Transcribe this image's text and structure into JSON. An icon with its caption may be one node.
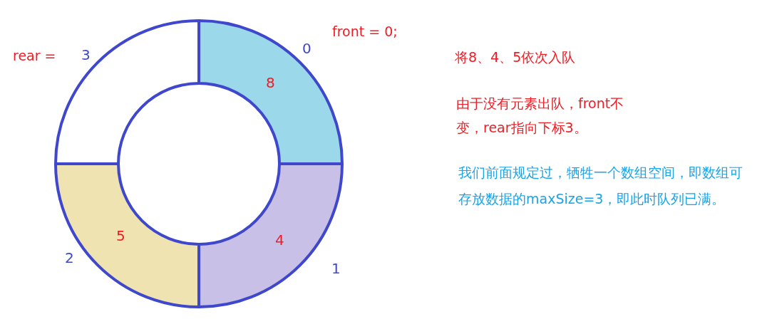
{
  "diagram": {
    "nodes": [
      {
        "text": [
          "8"
        ],
        "beside": [
          "0"
        ]
      },
      {
        "text": [
          "4"
        ],
        "beside": [
          "1"
        ]
      },
      {
        "text": [
          "5"
        ],
        "beside": [
          "2"
        ]
      },
      {
        "text": [],
        "shape": "segment",
        "beside": [
          "3"
        ]
      }
    ],
    "labels": [
      "front = 0;",
      "rear =",
      "将8、4、5依次入队",
      "由于没有元素出队，front不变，rear指向下标3。",
      "我们前面规定过，牺牲一个数组空间，即数组可存放数据的maxSize=3，即此时队列已满。"
    ]
  }
}
